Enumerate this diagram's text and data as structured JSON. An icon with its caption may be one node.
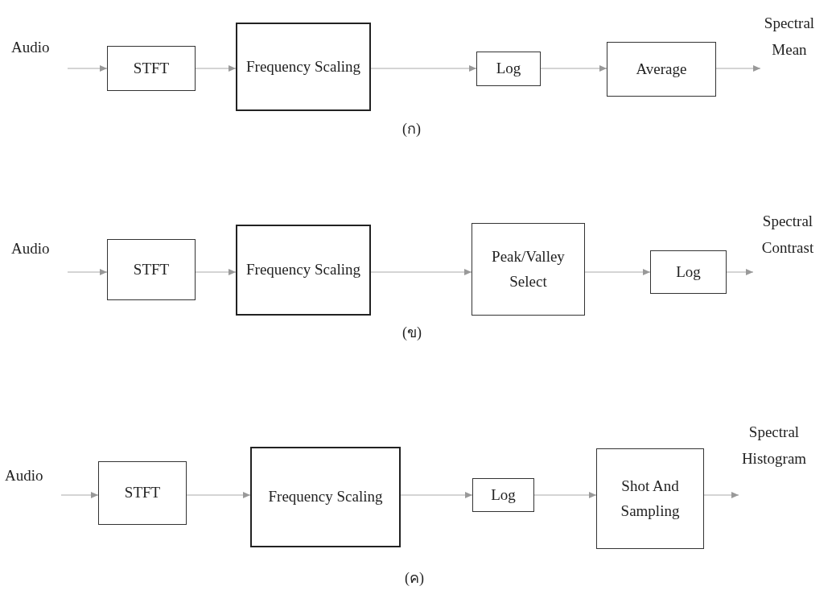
{
  "diagram": {
    "nodes": [
      {
        "text": [
          "Audio"
        ]
      },
      {
        "text": [
          "STFT"
        ]
      },
      {
        "text": [
          "Frequency Scaling"
        ]
      },
      {
        "text": [
          "Log"
        ]
      },
      {
        "text": [
          "Average"
        ]
      },
      {
        "text": [
          "Spectral Mean"
        ]
      },
      {
        "text": [
          "Audio"
        ]
      },
      {
        "text": [
          "STFT"
        ]
      },
      {
        "text": [
          "Frequency Scaling"
        ]
      },
      {
        "text": [
          "Peak/Valley Select"
        ]
      },
      {
        "text": [
          "Log"
        ]
      },
      {
        "text": [
          "Spectral Contrast"
        ]
      },
      {
        "text": [
          "Audio"
        ]
      },
      {
        "text": [
          "STFT"
        ]
      },
      {
        "text": [
          "Frequency Scaling"
        ]
      },
      {
        "text": [
          "Log"
        ]
      },
      {
        "text": [
          "Shot And Sampling"
        ]
      },
      {
        "text": [
          "Spectral Histogram"
        ]
      }
    ],
    "edges": [
      {
        "from": 0,
        "to": 1,
        "arrow": "to"
      },
      {
        "from": 1,
        "to": 2,
        "arrow": "to"
      },
      {
        "from": 2,
        "to": 3,
        "arrow": "to"
      },
      {
        "from": 3,
        "to": 4,
        "arrow": "to"
      },
      {
        "from": 4,
        "to": 5,
        "arrow": "to"
      },
      {
        "from": 6,
        "to": 7,
        "arrow": "to"
      },
      {
        "from": 7,
        "to": 8,
        "arrow": "to"
      },
      {
        "from": 8,
        "to": 9,
        "arrow": "to"
      },
      {
        "from": 9,
        "to": 10,
        "arrow": "to"
      },
      {
        "from": 10,
        "to": 11,
        "arrow": "to"
      },
      {
        "from": 12,
        "to": 13,
        "arrow": "to"
      },
      {
        "from": 13,
        "to": 14,
        "arrow": "to"
      },
      {
        "from": 14,
        "to": 15,
        "arrow": "to"
      },
      {
        "from": 15,
        "to": 16,
        "arrow": "to"
      },
      {
        "from": 16,
        "to": 17,
        "arrow": "to"
      }
    ],
    "labels": [
      "(ก)",
      "(ข)",
      "(ค)"
    ]
  }
}
